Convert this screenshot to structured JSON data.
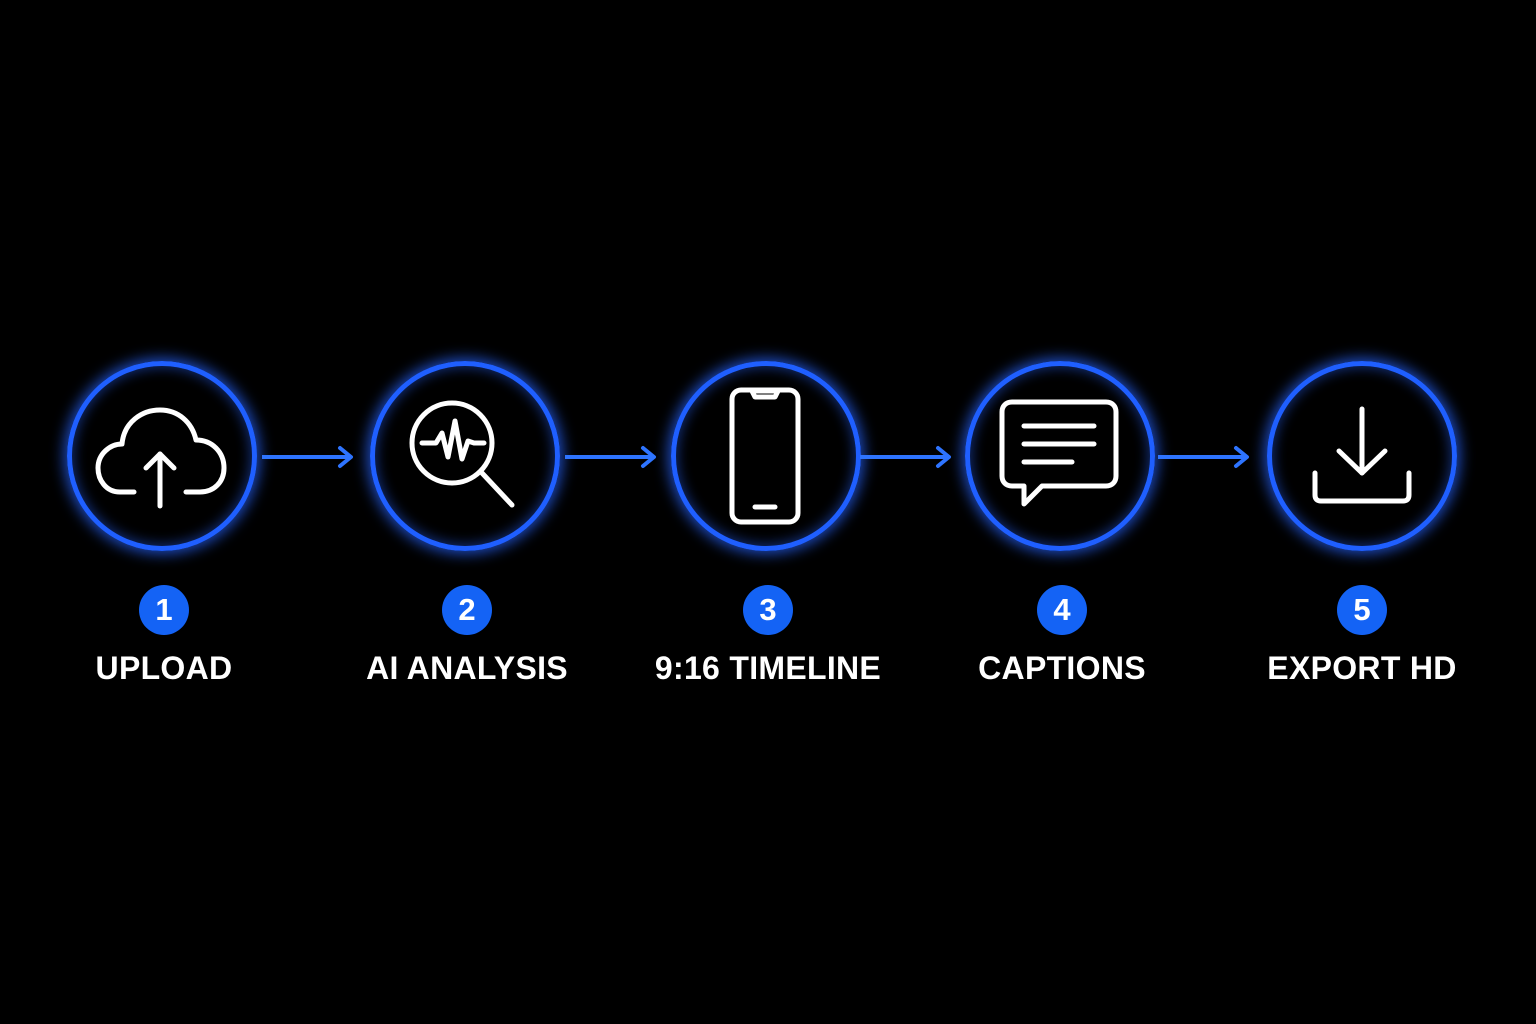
{
  "accent_color": "#1f5fff",
  "badge_color": "#1463f5",
  "background_color": "#000000",
  "steps": [
    {
      "number": "1",
      "label": "UPLOAD",
      "icon": "cloud-upload-icon"
    },
    {
      "number": "2",
      "label": "AI ANALYSIS",
      "icon": "magnifier-waveform-icon"
    },
    {
      "number": "3",
      "label": "9:16 TIMELINE",
      "icon": "smartphone-icon"
    },
    {
      "number": "4",
      "label": "CAPTIONS",
      "icon": "speech-bubble-icon"
    },
    {
      "number": "5",
      "label": "EXPORT HD",
      "icon": "download-icon"
    }
  ]
}
